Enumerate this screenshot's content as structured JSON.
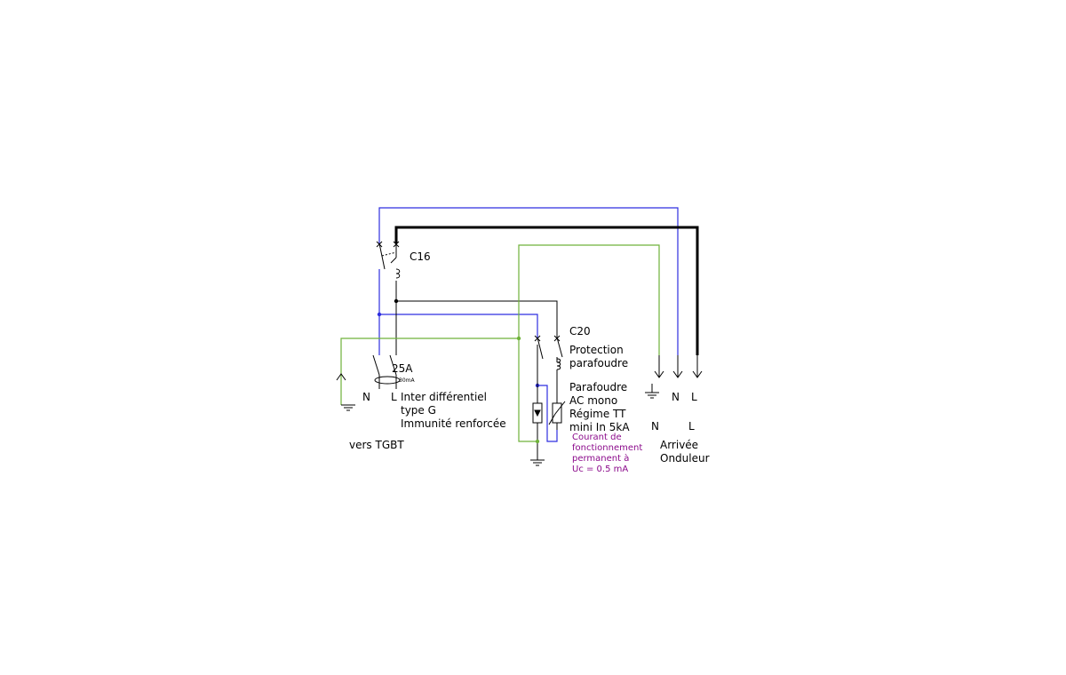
{
  "colors": {
    "neutral": "#2e2ee0",
    "phase": "#000000",
    "earth": "#6fb23a",
    "note": "#8b0a8b",
    "background": "#ffffff"
  },
  "labels": {
    "c16": "C16",
    "c20": "C20",
    "rating_25a": "25A",
    "sensitivity": "30mA",
    "n_left": "N",
    "l_left": "L",
    "rcd_line1": "Inter différentiel",
    "rcd_line2": "type G",
    "rcd_line3": "Immunité renforcée",
    "vers_tgbt": "vers TGBT",
    "prot_line1": "Protection",
    "prot_line2": "parafoudre",
    "spd_line1": "Parafoudre",
    "spd_line2": "AC mono",
    "spd_line3": "Régime TT",
    "spd_line4": "mini In 5kA",
    "note_line1": "Courant de",
    "note_line2": "fonctionnement",
    "note_line3": "permanent à",
    "note_line4": "Uc = 0.5 mA",
    "n_top": "N",
    "l_top": "L",
    "n_bottom": "N",
    "l_bottom": "L",
    "arrivee_line1": "Arrivée",
    "arrivee_line2": "Onduleur"
  },
  "icons": [
    "earth-symbol-icon",
    "arrow-down-icon",
    "arrow-up-icon",
    "breaker-cross-icon",
    "thermal-coil-icon",
    "varistor-icon",
    "spark-gap-icon",
    "toroid-icon"
  ]
}
